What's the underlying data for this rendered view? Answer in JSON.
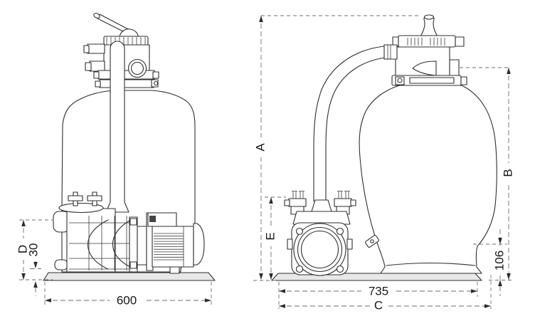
{
  "drawing": {
    "left_view": {
      "dim_d": "D",
      "dim_30": "30",
      "dim_600": "600"
    },
    "right_view": {
      "dim_a": "A",
      "dim_e": "E",
      "dim_b": "B",
      "dim_106": "106",
      "dim_735": "735",
      "dim_c": "C"
    }
  }
}
